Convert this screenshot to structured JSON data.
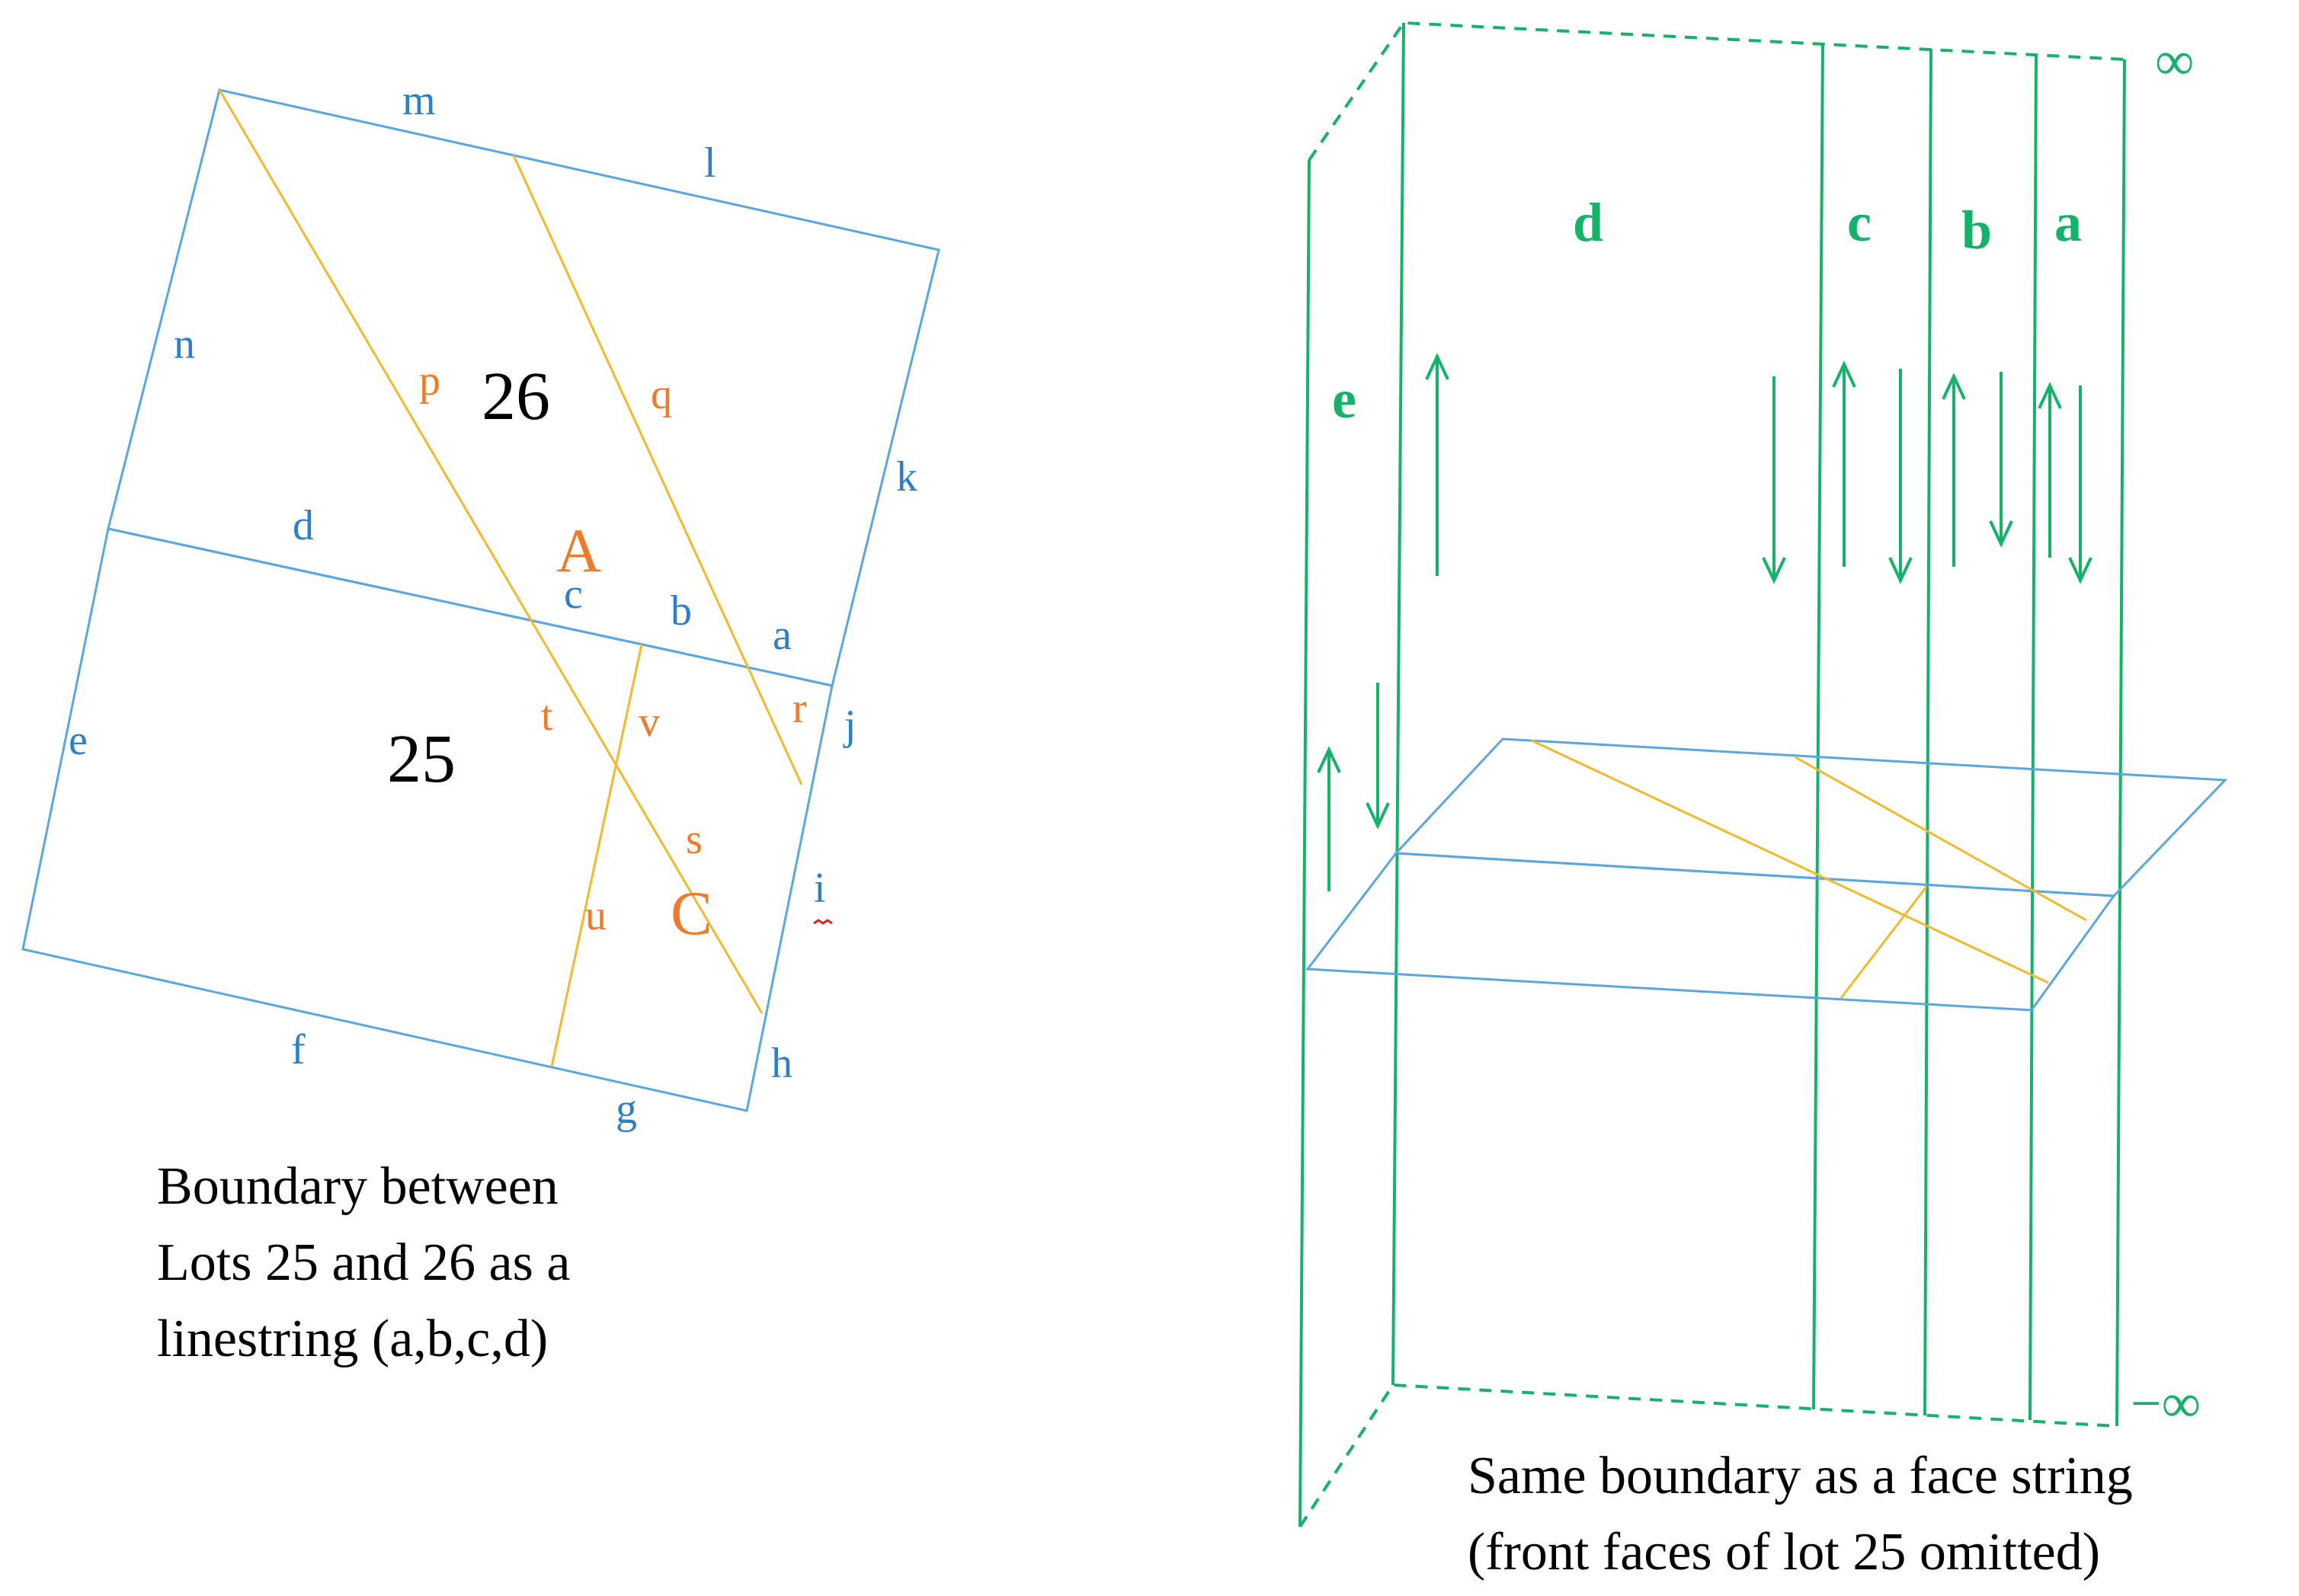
{
  "left_diagram": {
    "edge_labels": {
      "m": "m",
      "l": "l",
      "n": "n",
      "k": "k",
      "d": "d",
      "c": "c",
      "b": "b",
      "a": "a",
      "e": "e",
      "j": "j",
      "i": "i",
      "f": "f",
      "g": "g",
      "h": "h"
    },
    "orange_labels": {
      "p": "p",
      "q": "q",
      "t": "t",
      "v": "v",
      "r": "r",
      "s": "s",
      "u": "u"
    },
    "region_labels": {
      "A": "A",
      "C": "C"
    },
    "lot_labels": {
      "lot26": "26",
      "lot25": "25"
    },
    "caption": [
      "Boundary between",
      "Lots 25 and 26 as a",
      "linestring (a,b,c,d)"
    ]
  },
  "right_diagram": {
    "face_labels": {
      "d": "d",
      "c": "c",
      "b": "b",
      "a": "a",
      "e": "e"
    },
    "pos_inf": "∞",
    "neg_inf": "−∞",
    "caption": [
      "Same boundary as a face string",
      "(front faces of lot 25 omitted)"
    ]
  },
  "colors": {
    "blue_line": "#5aa7e0",
    "blue_text": "#2e7fc6",
    "orange": "#ee7a2a",
    "yellow_line": "#f3b82c",
    "green": "#17b26a"
  }
}
